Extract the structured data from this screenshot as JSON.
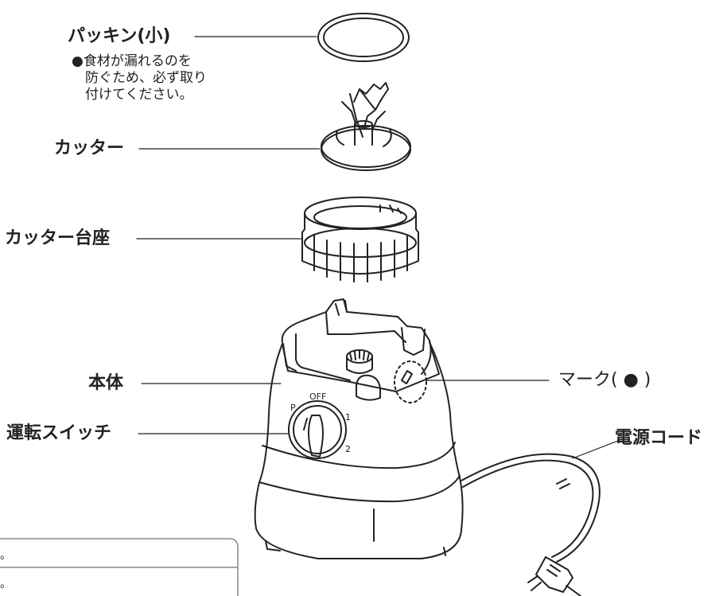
{
  "labels": {
    "packing": "パッキン(小)",
    "packing_note": [
      "●食材が漏れるのを",
      "防ぐため、必ず取り",
      "付けてください。"
    ],
    "cutter": "カッター",
    "cutter_base": "カッター台座",
    "body": "本体",
    "switch": "運転スイッチ",
    "mark": "マーク( ● )",
    "cord": "電源コード"
  },
  "dial": {
    "off": "OFF",
    "p": "P",
    "one": "1",
    "two": "2"
  },
  "table_fragment": [
    "。",
    "。"
  ]
}
